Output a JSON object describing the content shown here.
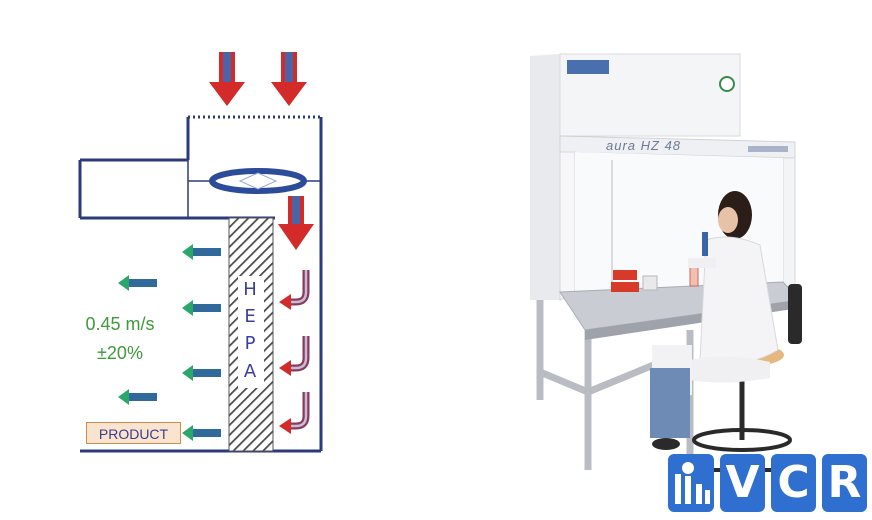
{
  "diagram": {
    "hepa_letters": [
      "H",
      "E",
      "P",
      "A"
    ],
    "speed_line1": "0.45 m/s",
    "speed_line2": "±20%",
    "product_label": "PRODUCT"
  },
  "photo": {
    "model_label": "aura HZ 48"
  },
  "logo": {
    "letters": [
      "V",
      "C",
      "R"
    ]
  },
  "colors": {
    "frame": "#2c3a78",
    "down_arrow": "#d32a2a",
    "down_arrow_core": "#4a64a8",
    "out_arrow": "#2a8a86",
    "hepa_hatch": "#555555",
    "logo_blue": "#2f6fd0"
  }
}
